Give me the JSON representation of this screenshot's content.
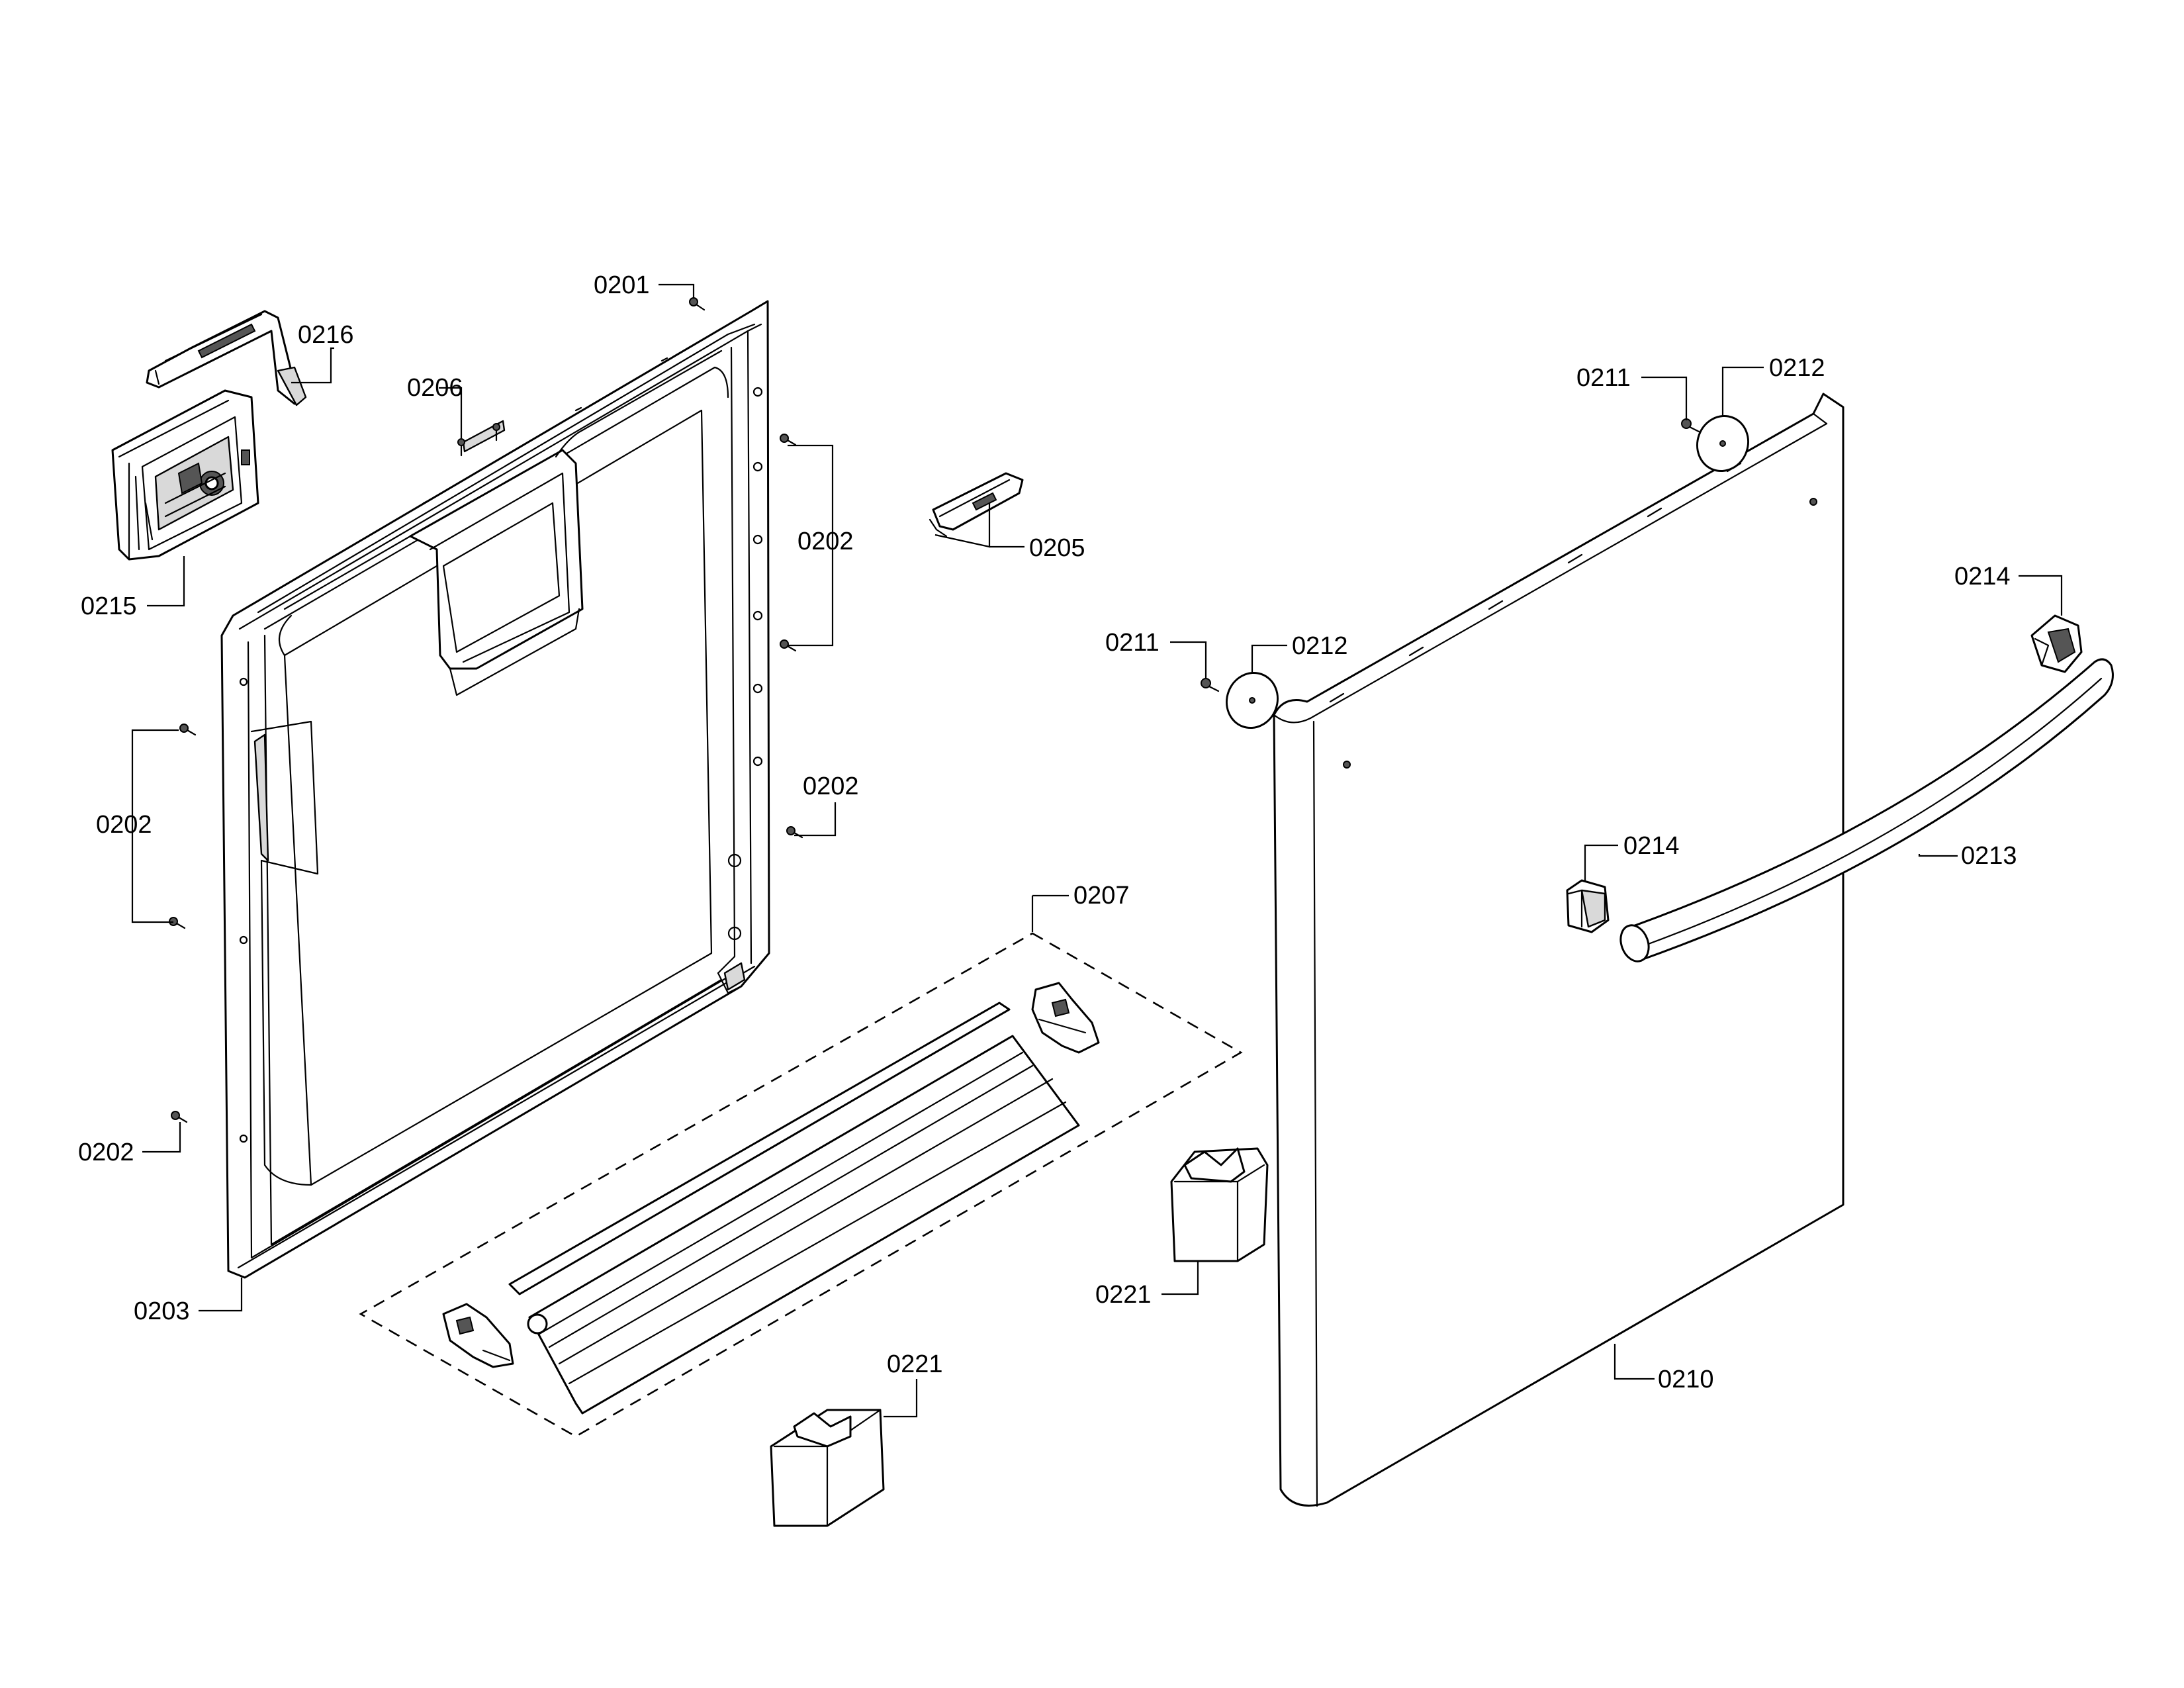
{
  "callouts": {
    "c0201": "0201",
    "c0216": "0216",
    "c0206": "0206",
    "c0202a": "0202",
    "c0202b": "0202",
    "c0202c": "0202",
    "c0202d": "0202",
    "c0205": "0205",
    "c0215": "0215",
    "c0207": "0207",
    "c0203": "0203",
    "c0221a": "0221",
    "c0221b": "0221",
    "c0211a": "0211",
    "c0212a": "0212",
    "c0211b": "0211",
    "c0212b": "0212",
    "c0214a": "0214",
    "c0214b": "0214",
    "c0213": "0213",
    "c0210": "0210"
  }
}
